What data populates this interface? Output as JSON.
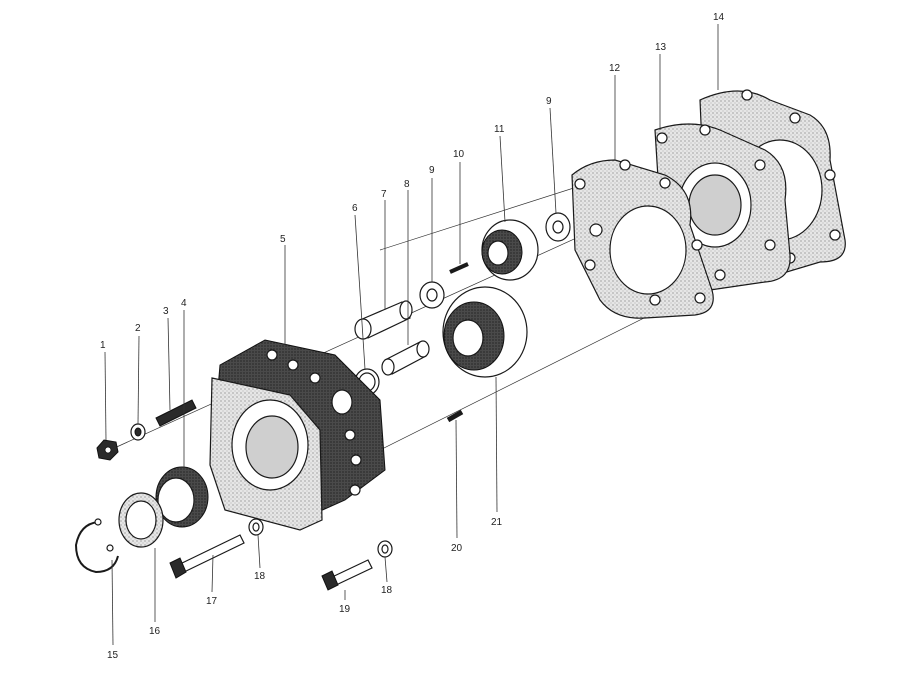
{
  "diagram": {
    "callouts": [
      "1",
      "2",
      "3",
      "4",
      "5",
      "6",
      "7",
      "8",
      "9",
      "9",
      "10",
      "11",
      "12",
      "13",
      "14",
      "15",
      "16",
      "17",
      "18",
      "18",
      "19",
      "20",
      "21"
    ]
  }
}
